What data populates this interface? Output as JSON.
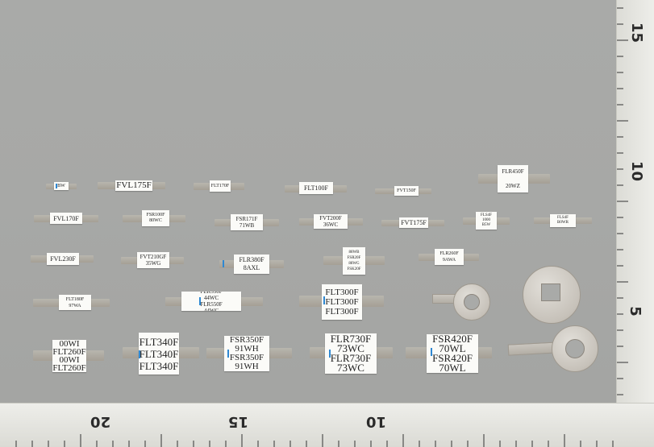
{
  "ruler_right": {
    "n15": "15",
    "n10": "10",
    "n5": "5"
  },
  "ruler_bottom": {
    "n20": "20",
    "n15": "15",
    "n10": "10"
  },
  "fuses": {
    "r1a": "BW",
    "r1b": "FVL175F",
    "r1c": "FLT170F",
    "r1d": "FLT100F",
    "r1e": "FVT150F",
    "r1f": "FLR450F\n\n20WZ",
    "r2a": "FVL170F",
    "r2b": "FSR100F\n80WC",
    "r2c": "FSR171F\n71WB",
    "r2d": "FVT200F\n36WC",
    "r2e": "FVT175F",
    "r2f": "FLS4F\n1000\nB5W",
    "r2g": "FLS4F\nB0WR",
    "r3a": "FVL230F",
    "r3b": "FVT210GF\n35WG",
    "r3c": "FLR380F\n8AXL",
    "r3d": "88WB\nFSR20F\n88WG\nFSK20F",
    "r3e": "FLR260F\n9AWA",
    "r4a": "FLT180F\n97WA",
    "r4b": "FLR550F\n44WC\nFLR550F\n44WC",
    "r4c": "FLT300F\nFLT300F\nFLT300F",
    "r5a": "00WI\nFLT260F\n00WI\nFLT260F",
    "r5b": "FLT340F\nFLT340F\nFLT340F",
    "r5c": "FSR350F\n91WH\nFSR350F\n91WH",
    "r5d": "FLR730F\n73WC\nFLR730F\n73WC",
    "r5e": "FSR420F\n70WL\nFSR420F\n70WL"
  }
}
